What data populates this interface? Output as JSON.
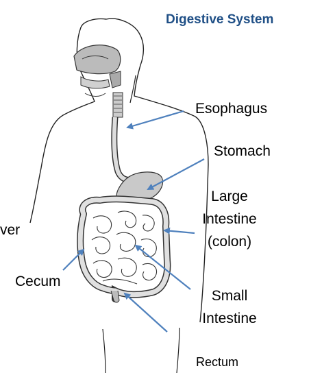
{
  "title": "Digestive System",
  "labels": {
    "esophagus": "Esophagus",
    "stomach": "Stomach",
    "large_intestine_line1": "Large",
    "large_intestine_line2": "Intestine",
    "large_intestine_line3": "(colon)",
    "liver_partial": "ver",
    "cecum": "Cecum",
    "small_intestine_line1": "Small",
    "small_intestine_line2": "Intestine",
    "rectum": "Rectum"
  },
  "colors": {
    "title": "#1f4f86",
    "arrow": "#4f81bd",
    "outline": "#222222",
    "organ_fill": "#c9c9c9"
  }
}
